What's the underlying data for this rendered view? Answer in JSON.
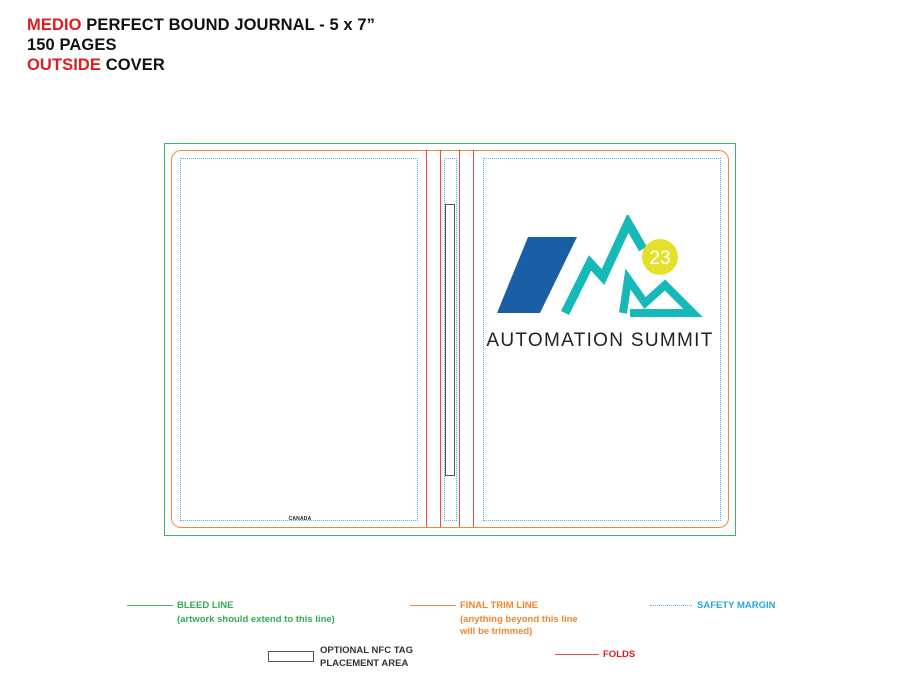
{
  "header": {
    "line1_accent": "MEDIO",
    "line1_rest": " PERFECT BOUND JOURNAL - 5 x 7”",
    "line2": "150 PAGES",
    "line3_accent": "OUTSIDE",
    "line3_rest": " COVER"
  },
  "cover": {
    "back_label": "CANADA",
    "logo": {
      "badge_number": "23",
      "text": "AUTOMATION SUMMIT",
      "colors": {
        "blue": "#1a5fa6",
        "teal": "#16b8b8",
        "yellow": "#e5e02a"
      }
    }
  },
  "legend": {
    "bleed": {
      "title": "BLEED LINE",
      "note": "(artwork should extend to this line)",
      "color": "#3bb36b"
    },
    "trim": {
      "title": "FINAL TRIM LINE",
      "note1": "(anything beyond this line",
      "note2": "will be trimmed)",
      "color": "#f08a3c"
    },
    "safety": {
      "title": "SAFETY MARGIN",
      "color": "#4db3e6"
    },
    "nfc": {
      "line1": "OPTIONAL NFC TAG",
      "line2": "PLACEMENT AREA"
    },
    "folds": {
      "title": "FOLDS",
      "color": "#e94a4a"
    }
  }
}
